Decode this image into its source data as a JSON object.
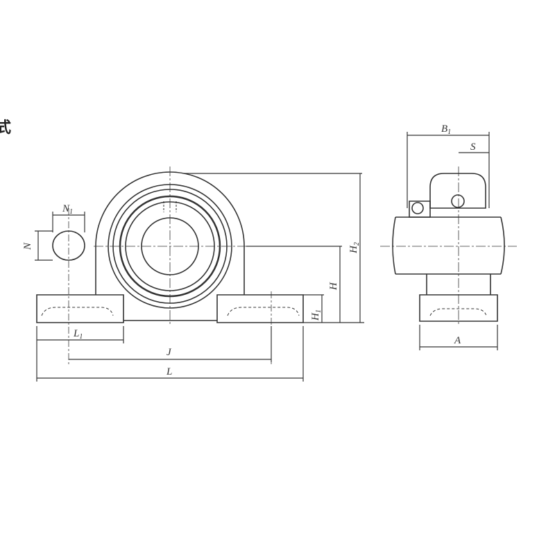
{
  "title_fragment": "式",
  "dimensions": {
    "front_view": [
      "N1",
      "N",
      "H2",
      "H",
      "H1",
      "L1",
      "J",
      "L"
    ],
    "side_view": [
      "B1",
      "S",
      "A"
    ]
  },
  "labels": {
    "N1": {
      "main": "N",
      "sub": "1"
    },
    "N": {
      "main": "N"
    },
    "H2": {
      "main": "H",
      "sub": "2"
    },
    "H": {
      "main": "H"
    },
    "H1": {
      "main": "H",
      "sub": "1"
    },
    "L1": {
      "main": "L",
      "sub": "1"
    },
    "J": {
      "main": "J"
    },
    "L": {
      "main": "L"
    },
    "B1": {
      "main": "B",
      "sub": "1"
    },
    "S": {
      "main": "S"
    },
    "A": {
      "main": "A"
    }
  },
  "colors": {
    "line": "#333333",
    "background": "#ffffff"
  }
}
